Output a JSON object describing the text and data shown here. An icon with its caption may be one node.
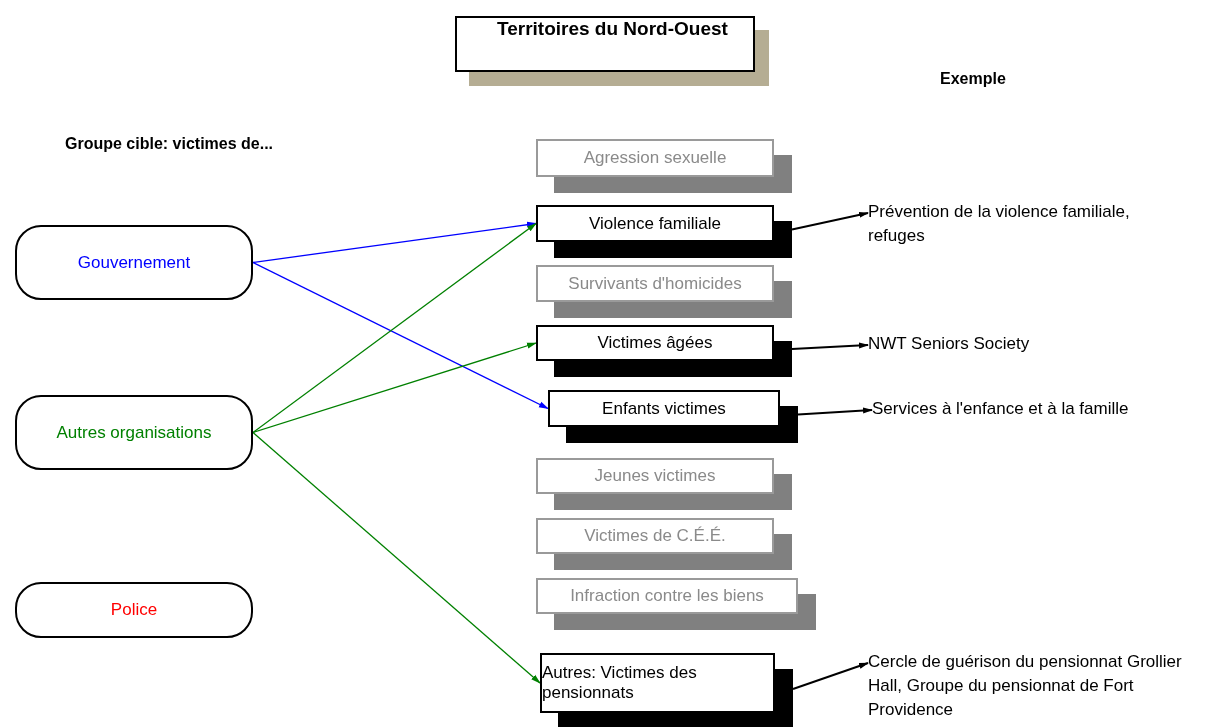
{
  "diagram": {
    "nodes": [
      {
        "text": [
          "Territoires du Nord-Ouest"
        ]
      },
      {
        "text": [
          "Gouvernement"
        ]
      },
      {
        "text": [
          "Autres organisations"
        ]
      },
      {
        "text": [
          "Police"
        ]
      },
      {
        "text": [
          "Agression sexuelle"
        ]
      },
      {
        "text": [
          "Violence familiale"
        ]
      },
      {
        "text": [
          "Survivants d'homicides"
        ]
      },
      {
        "text": [
          "Victimes âgées"
        ]
      },
      {
        "text": [
          "Enfants victimes"
        ]
      },
      {
        "text": [
          "Jeunes victimes"
        ]
      },
      {
        "text": [
          "Victimes de C.É.É."
        ]
      },
      {
        "text": [
          "Infraction contre les biens"
        ]
      },
      {
        "text": [
          "Autres: Victimes des pensionnats"
        ]
      },
      {
        "text": [
          "Prévention de la violence familiale, refuges"
        ]
      },
      {
        "text": [
          "NWT Seniors Society"
        ]
      },
      {
        "text": [
          "Services à l'enfance et à la famille"
        ]
      },
      {
        "text": [
          "Cercle de guérison du pensionnat Grollier Hall, Groupe du pensionnat de Fort Providence"
        ]
      }
    ],
    "edges": [
      {
        "from": 1,
        "to": 5,
        "arrow": "to",
        "color": "#0000ff"
      },
      {
        "from": 1,
        "to": 8,
        "arrow": "to",
        "color": "#0000ff"
      },
      {
        "from": 2,
        "to": 5,
        "arrow": "to",
        "color": "#008000"
      },
      {
        "from": 2,
        "to": 7,
        "arrow": "to",
        "color": "#008000"
      },
      {
        "from": 2,
        "to": 12,
        "arrow": "to",
        "color": "#008000"
      },
      {
        "from": 5,
        "to": 13,
        "arrow": "to"
      },
      {
        "from": 7,
        "to": 14,
        "arrow": "to"
      },
      {
        "from": 8,
        "to": 15,
        "arrow": "to"
      },
      {
        "from": 12,
        "to": 16,
        "arrow": "to"
      }
    ],
    "labels": [
      "Exemple",
      "Groupe cible: victimes de..."
    ]
  }
}
